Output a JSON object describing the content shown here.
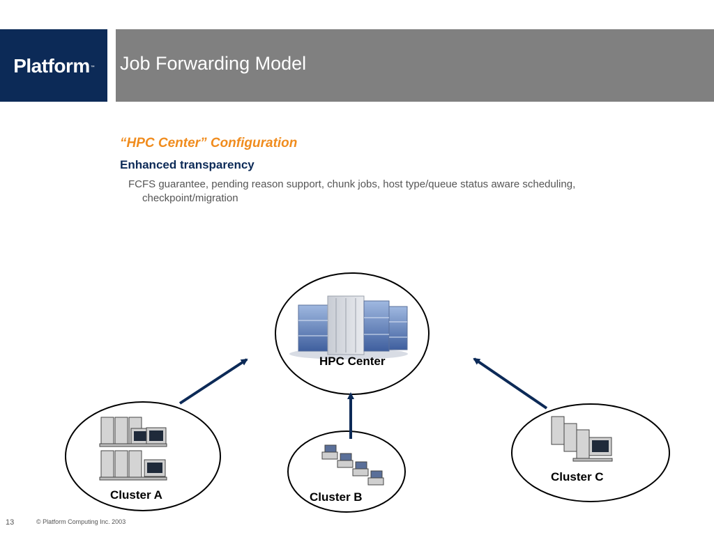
{
  "header": {
    "logo_text": "Platform",
    "logo_tm": "™",
    "title": "Job Forwarding Model"
  },
  "content": {
    "subtitle": "“HPC Center” Configuration",
    "heading": "Enhanced transparency",
    "body": "FCFS guarantee, pending reason support, chunk jobs, host type/queue status aware scheduling, checkpoint/migration"
  },
  "diagram": {
    "hpc_label": "HPC Center",
    "cluster_a_label": "Cluster A",
    "cluster_b_label": "Cluster B",
    "cluster_c_label": "Cluster C",
    "arrow_color": "#0c2a57",
    "icons": {
      "hpc": "server-rack-icon",
      "cluster_a": "workstation-cluster-icon",
      "cluster_b": "desktop-computers-icon",
      "cluster_c": "workstation-cluster-icon"
    }
  },
  "footer": {
    "page_number": "13",
    "copyright": "© Platform Computing Inc. 2003"
  },
  "colors": {
    "navy": "#0c2a57",
    "gray_bar": "#808080",
    "orange": "#f08c1e"
  }
}
